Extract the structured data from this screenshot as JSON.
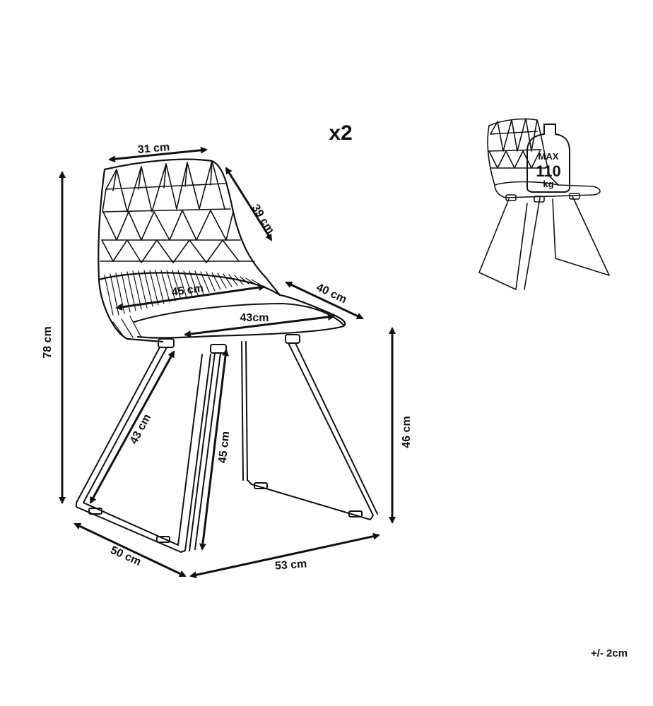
{
  "quantity": "x2",
  "tolerance": "+/- 2cm",
  "max_load": {
    "max": "MAX",
    "value": "110",
    "unit": "kg"
  },
  "dimensions": {
    "backrest_width": "31 cm",
    "backrest_height": "39 cm",
    "seat_width": "45 cm",
    "seat_depth_side": "40 cm",
    "seat_depth": "43cm",
    "overall_height": "78 cm",
    "seat_height": "46 cm",
    "leg_length": "43 cm",
    "leg_height": "45 cm",
    "base_depth": "50 cm",
    "base_width": "53 cm"
  }
}
